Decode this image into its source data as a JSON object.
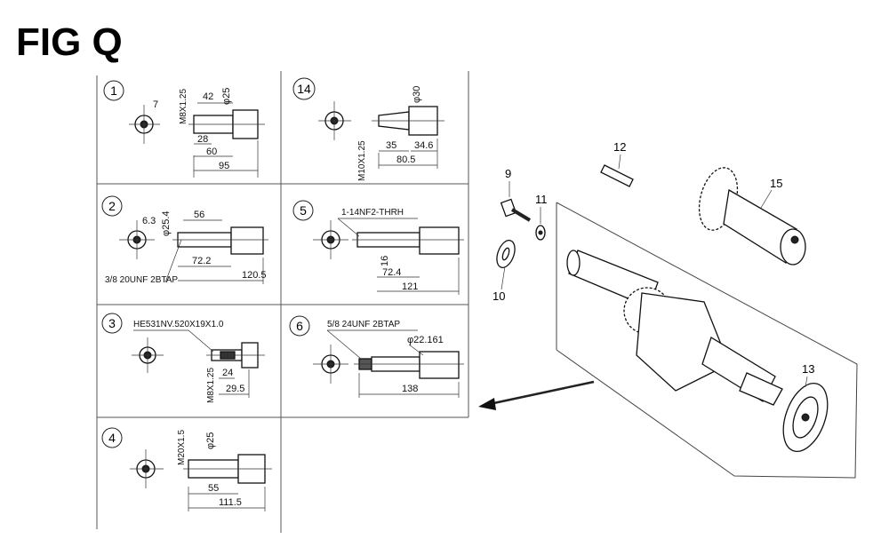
{
  "figure": {
    "title": "FIG Q"
  },
  "variants": [
    {
      "id": "1",
      "dims": {
        "thread": "M8X1.25",
        "d1": "7",
        "d2": "φ25",
        "l1": "42",
        "l2": "28",
        "l3": "60",
        "l4": "95"
      }
    },
    {
      "id": "14",
      "dims": {
        "thread": "M10X1.25",
        "d1": "φ30",
        "l1": "35",
        "l2": "34.6",
        "l3": "80.5"
      }
    },
    {
      "id": "2",
      "dims": {
        "d0": "6.3",
        "d1": "φ25.4",
        "l1": "56",
        "l2": "72.2",
        "l3": "120.5",
        "thread": "3/8 20UNF 2BTAP"
      }
    },
    {
      "id": "5",
      "dims": {
        "thread": "1-14NF2-THRH",
        "l1": "16",
        "l2": "72.4",
        "l3": "121"
      }
    },
    {
      "id": "3",
      "dims": {
        "spec": "HE531NV.520X19X1.0",
        "thread": "M8X1.25",
        "l1": "24",
        "l2": "29.5"
      }
    },
    {
      "id": "6",
      "dims": {
        "thread": "5/8 24UNF 2BTAP",
        "d1": "φ22.161",
        "l1": "138"
      }
    },
    {
      "id": "4",
      "dims": {
        "thread": "M20X1.5",
        "d1": "φ25",
        "l1": "55",
        "l2": "111.5"
      }
    }
  ],
  "parts": [
    {
      "id": "9"
    },
    {
      "id": "10"
    },
    {
      "id": "11"
    },
    {
      "id": "12"
    },
    {
      "id": "13"
    },
    {
      "id": "15"
    }
  ]
}
